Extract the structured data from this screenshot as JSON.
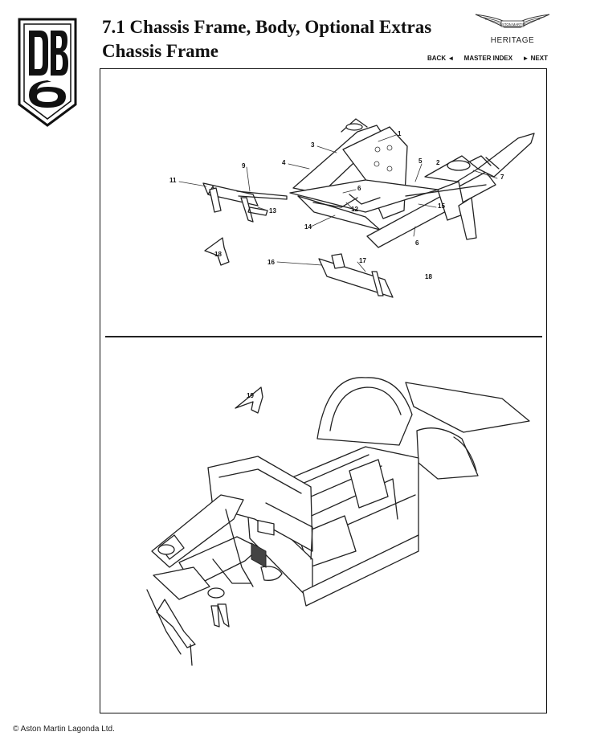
{
  "header": {
    "title": "7.1 Chassis Frame, Body, Optional Extras",
    "subtitle": "Chassis Frame",
    "logo_text": "DB 6",
    "brand_logo_text": "ASTON MARTIN",
    "heritage": "HERITAGE"
  },
  "nav": {
    "back": "BACK ◄",
    "master_index": "MASTER INDEX",
    "next": "► NEXT"
  },
  "diagram": {
    "callouts": [
      "1",
      "2",
      "3",
      "4",
      "5",
      "6",
      "6",
      "7",
      "9",
      "11",
      "12",
      "13",
      "14",
      "15",
      "16",
      "17",
      "18",
      "18",
      "19"
    ]
  },
  "footer": {
    "copyright": "© Aston Martin Lagonda Ltd."
  }
}
